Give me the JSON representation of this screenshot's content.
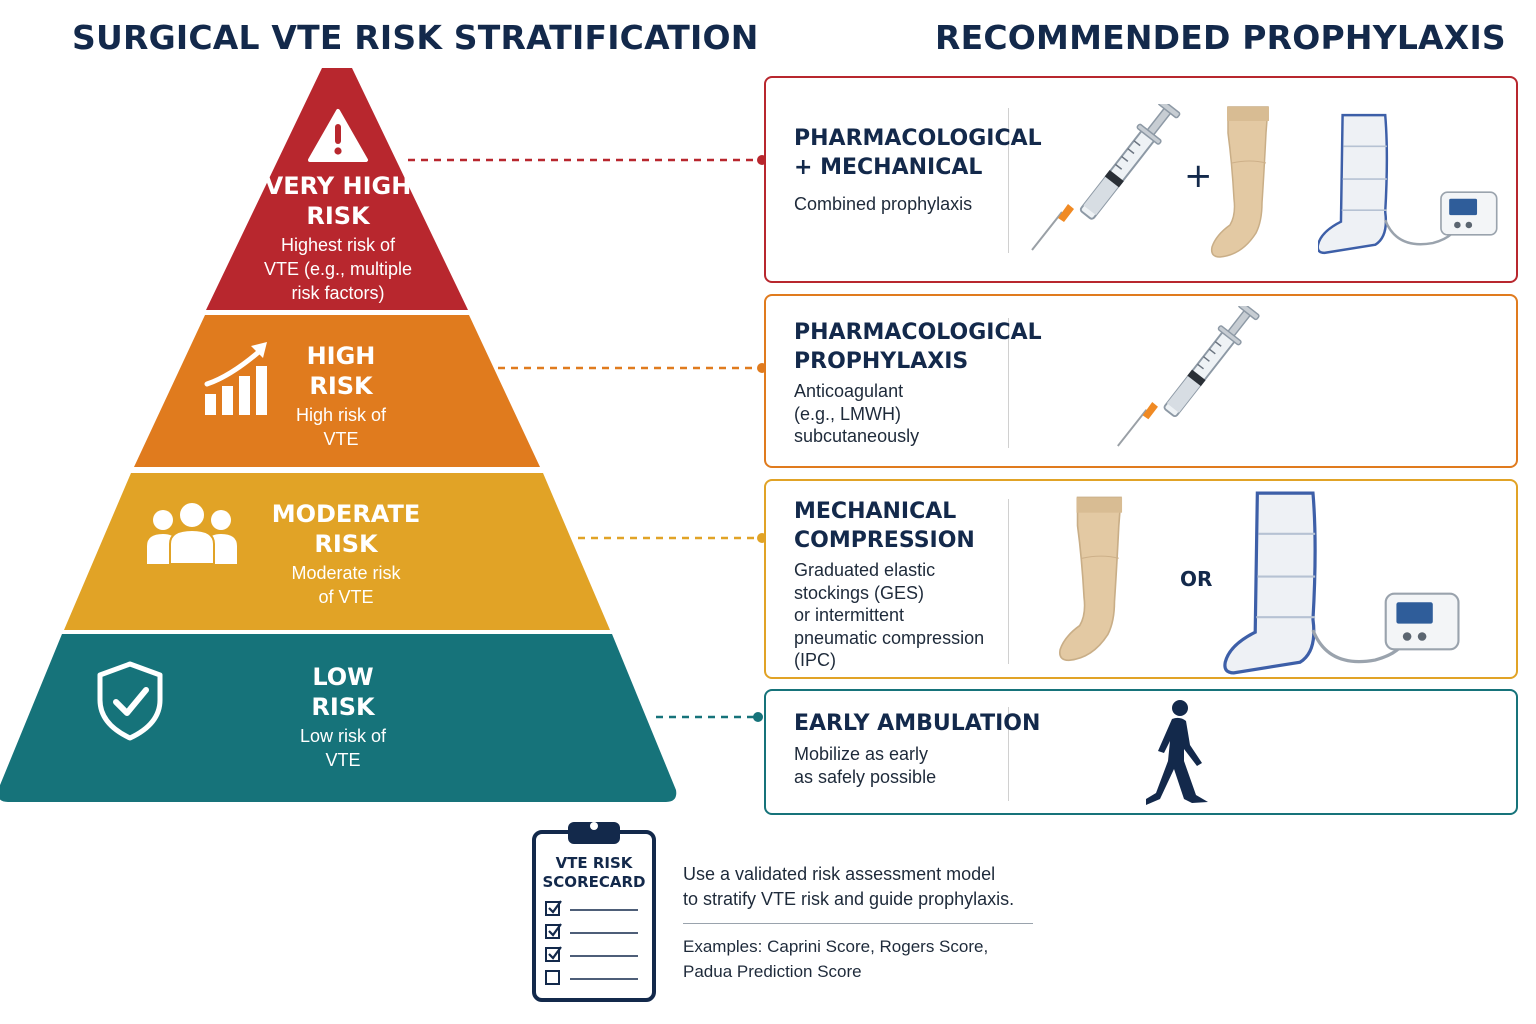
{
  "headings": {
    "left": "SURGICAL VTE RISK STRATIFICATION",
    "right": "RECOMMENDED PROPHYLAXIS"
  },
  "colors": {
    "very_high": "#b8272e",
    "high": "#e07b1e",
    "moderate": "#e1a326",
    "low": "#16737a",
    "navy": "#13294b"
  },
  "tiers": [
    {
      "id": "very-high",
      "title_line1": "VERY HIGH",
      "title_line2": "RISK",
      "desc_line1": "Highest risk of",
      "desc_line2": "VTE (e.g., multiple",
      "desc_line3": "risk factors)",
      "icon": "warning-icon"
    },
    {
      "id": "high",
      "title_line1": "HIGH",
      "title_line2": "RISK",
      "desc_line1": "High risk of",
      "desc_line2": "VTE",
      "icon": "rising-chart-icon"
    },
    {
      "id": "moderate",
      "title_line1": "MODERATE",
      "title_line2": "RISK",
      "desc_line1": "Moderate risk",
      "desc_line2": "of VTE",
      "icon": "people-group-icon"
    },
    {
      "id": "low",
      "title_line1": "LOW",
      "title_line2": "RISK",
      "desc_line1": "Low risk of",
      "desc_line2": "VTE",
      "icon": "shield-check-icon"
    }
  ],
  "cards": [
    {
      "title_line1": "PHARMACOLOGICAL",
      "title_line2": "+ MECHANICAL",
      "desc_line1": "Combined prophylaxis",
      "separator": "+",
      "icons": [
        "syringe-icon",
        "compression-stocking-icon",
        "ipc-device-icon"
      ]
    },
    {
      "title_line1": "PHARMACOLOGICAL",
      "title_line2": "PROPHYLAXIS",
      "desc_line1": "Anticoagulant",
      "desc_line2": "(e.g., LMWH)",
      "desc_line3": "subcutaneously",
      "icons": [
        "syringe-icon"
      ]
    },
    {
      "title_line1": "MECHANICAL",
      "title_line2": "COMPRESSION",
      "desc_line1": "Graduated elastic",
      "desc_line2": "stockings (GES)",
      "desc_line3": "or intermittent",
      "desc_line4": "pneumatic compression",
      "desc_line5": "(IPC)",
      "separator": "OR",
      "icons": [
        "compression-stocking-icon",
        "ipc-device-icon"
      ]
    },
    {
      "title_line1": "EARLY AMBULATION",
      "desc_line1": "Mobilize as early",
      "desc_line2": "as safely possible",
      "icons": [
        "walking-person-icon"
      ]
    }
  ],
  "scorecard": {
    "title_line1": "VTE RISK",
    "title_line2": "SCORECARD",
    "checked": [
      true,
      true,
      true,
      false
    ],
    "note_line1": "Use a validated risk assessment model",
    "note_line2": "to stratify VTE risk and guide prophylaxis.",
    "examples_line1": "Examples: Caprini Score, Rogers Score,",
    "examples_line2": "Padua Prediction Score"
  }
}
